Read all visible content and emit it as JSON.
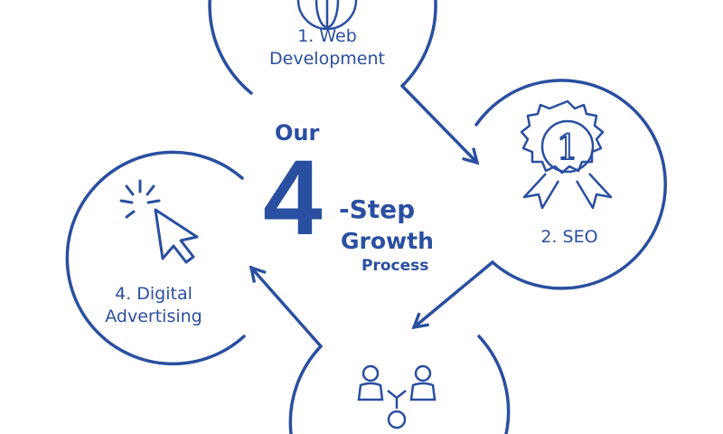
{
  "colors": {
    "primary": "#2a4fa0"
  },
  "center": {
    "our": "Our",
    "number": "4",
    "step": "-Step",
    "growth": "Growth",
    "process": "Process"
  },
  "steps": [
    {
      "line1": "1. Web",
      "line2": "Development",
      "icon": "globe-icon"
    },
    {
      "line1": "2. SEO",
      "icon": "award-ribbon-icon",
      "badge": "1"
    },
    {
      "line1": "",
      "icon": "team-network-icon"
    },
    {
      "line1": "4. Digital",
      "line2": "Advertising",
      "icon": "cursor-click-icon"
    }
  ]
}
